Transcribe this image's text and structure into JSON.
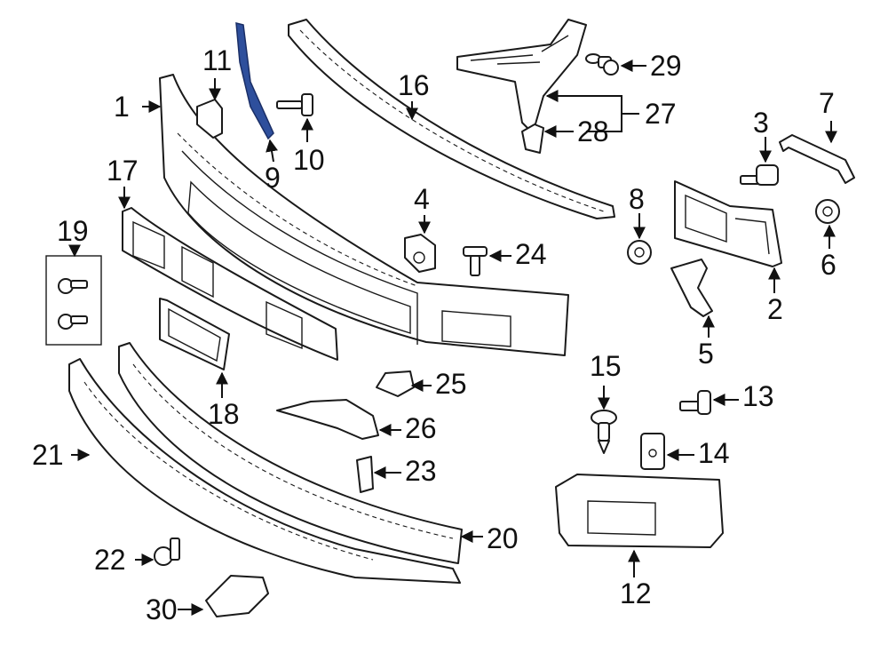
{
  "highlight_color": "#2e4f9c",
  "callouts": [
    {
      "id": "1",
      "text": "1"
    },
    {
      "id": "2",
      "text": "2"
    },
    {
      "id": "3",
      "text": "3"
    },
    {
      "id": "4",
      "text": "4"
    },
    {
      "id": "5",
      "text": "5"
    },
    {
      "id": "6",
      "text": "6"
    },
    {
      "id": "7",
      "text": "7"
    },
    {
      "id": "8",
      "text": "8"
    },
    {
      "id": "9",
      "text": "9"
    },
    {
      "id": "10",
      "text": "10"
    },
    {
      "id": "11",
      "text": "11"
    },
    {
      "id": "12",
      "text": "12"
    },
    {
      "id": "13",
      "text": "13"
    },
    {
      "id": "14",
      "text": "14"
    },
    {
      "id": "15",
      "text": "15"
    },
    {
      "id": "16",
      "text": "16"
    },
    {
      "id": "17",
      "text": "17"
    },
    {
      "id": "18",
      "text": "18"
    },
    {
      "id": "19",
      "text": "19"
    },
    {
      "id": "20",
      "text": "20"
    },
    {
      "id": "21",
      "text": "21"
    },
    {
      "id": "22",
      "text": "22"
    },
    {
      "id": "23",
      "text": "23"
    },
    {
      "id": "24",
      "text": "24"
    },
    {
      "id": "25",
      "text": "25"
    },
    {
      "id": "26",
      "text": "26"
    },
    {
      "id": "27",
      "text": "27"
    },
    {
      "id": "28",
      "text": "28"
    },
    {
      "id": "29",
      "text": "29"
    },
    {
      "id": "30",
      "text": "30"
    }
  ]
}
